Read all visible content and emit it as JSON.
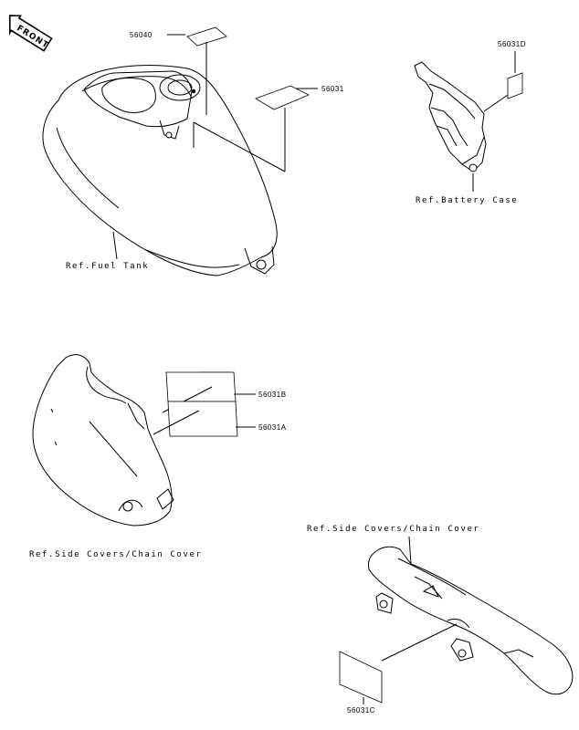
{
  "front_badge": "FRONT",
  "parts": {
    "p56040": "56040",
    "p56031": "56031",
    "p56031D": "56031D",
    "p56031B": "56031B",
    "p56031A": "56031A",
    "p56031C": "56031C"
  },
  "refs": {
    "fuel_tank": "Ref.Fuel Tank",
    "battery_case": "Ref.Battery Case",
    "side_covers_left": "Ref.Side Covers/Chain Cover",
    "side_covers_right": "Ref.Side Covers/Chain Cover"
  }
}
